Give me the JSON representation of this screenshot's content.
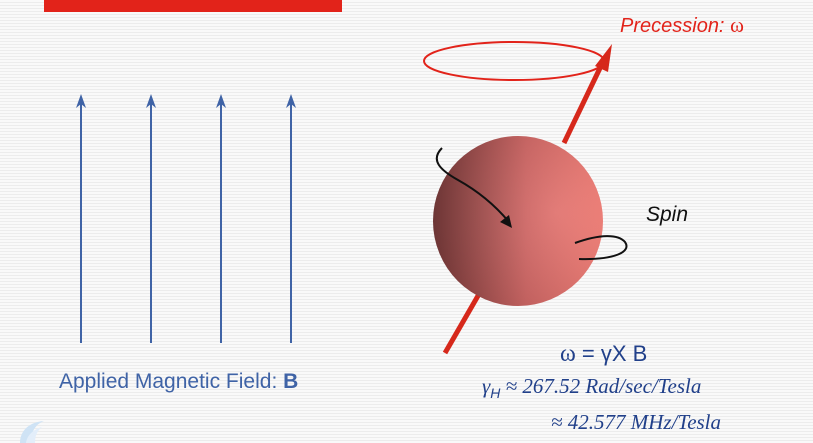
{
  "labels": {
    "precession_text": "Precession: ",
    "precession_symbol": "ω",
    "spin": "Spin",
    "field_text": "Applied Magnetic Field: ",
    "field_symbol": "B"
  },
  "equations": {
    "omega_lhs": "ω",
    "omega_rhs": " = γX B",
    "gamma_symbol": "γ",
    "gamma_subscript": "H",
    "gamma_value": " ≈ 267.52 Rad/sec/Tesla",
    "mhz_value": "≈ 42.577 MHz/Tesla"
  },
  "colors": {
    "title_bar": "#e2231a",
    "field_lines": "#3f63a6",
    "spin_axis": "#d6281b",
    "orbit": "#e2231a",
    "sphere_dark": "#7a3b3b",
    "sphere_light": "#f47a72",
    "equation_text": "#21408a"
  },
  "icons": [
    "arrow-up-icon",
    "spin-arrow-icon",
    "swirl-icon"
  ]
}
